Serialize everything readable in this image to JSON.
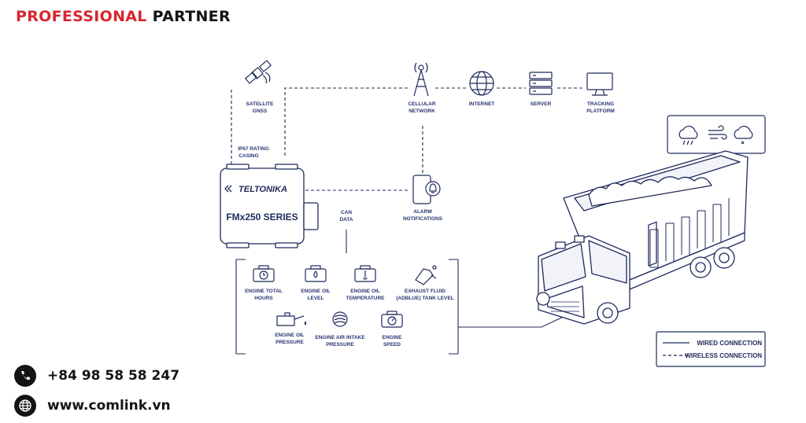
{
  "header": {
    "brand_red": "PROFESSIONAL",
    "brand_dark": "PARTNER"
  },
  "network": {
    "satellite": [
      "SATELLITE",
      "GNSS"
    ],
    "cellular": [
      "CELLULAR",
      "NETWORK"
    ],
    "internet": [
      "INTERNET"
    ],
    "server": [
      "SERVER"
    ],
    "platform": [
      "TRACKING",
      "PLATFORM"
    ]
  },
  "device": {
    "casing": [
      "IP67 RATING",
      "CASING"
    ],
    "brand": "TELTONIKA",
    "series": "FMx250 SERIES",
    "can": [
      "CAN",
      "DATA"
    ]
  },
  "alarm": [
    "ALARM",
    "NOTIFICATIONS"
  ],
  "sensors": [
    {
      "icon": "engine-hours-icon",
      "label": [
        "ENGINE TOTAL",
        "HOURS"
      ]
    },
    {
      "icon": "engine-oil-level-icon",
      "label": [
        "ENGINE OIL",
        "LEVEL"
      ]
    },
    {
      "icon": "engine-oil-temperature-icon",
      "label": [
        "ENGINE OIL",
        "TEMPERATURE"
      ]
    },
    {
      "icon": "fuel-nozzle-icon",
      "label": [
        "EXHAUST FLUID",
        "(ADBLUE) TANK LEVEL"
      ]
    },
    {
      "icon": "oil-can-icon",
      "label": [
        "ENGINE OIL",
        "PRESSURE"
      ]
    },
    {
      "icon": "air-intake-icon",
      "label": [
        "ENGINE AIR INTAKE",
        "PRESSURE"
      ]
    },
    {
      "icon": "engine-speed-icon",
      "label": [
        "ENGINE",
        "SPEED"
      ]
    }
  ],
  "legend": {
    "wired": "WIRED CONNECTION",
    "wireless": "WIRELESS CONNECTION"
  },
  "contact": {
    "phone": "+84 98 58 58 247",
    "website": "www.comlink.vn"
  },
  "colors": {
    "line": "#1f2a5c",
    "brand_red": "#d7262f",
    "text_dark": "#141414"
  }
}
